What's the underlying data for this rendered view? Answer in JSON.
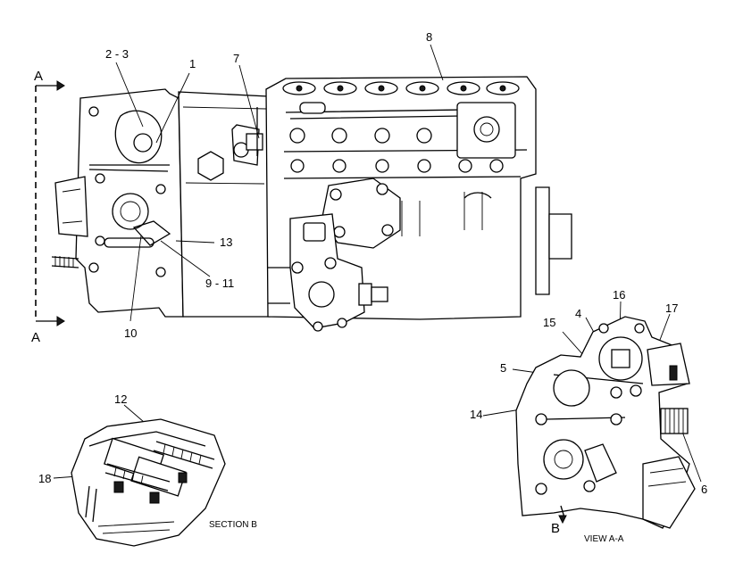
{
  "callouts": {
    "c1": "1",
    "c2_3": "2 - 3",
    "c4": "4",
    "c5": "5",
    "c6": "6",
    "c7": "7",
    "c8": "8",
    "c9_11": "9 - 11",
    "c10": "10",
    "c12": "12",
    "c13": "13",
    "c14": "14",
    "c15": "15",
    "c16": "16",
    "c17": "17",
    "c18": "18"
  },
  "views": {
    "section_a_top": "A",
    "section_a_bottom": "A",
    "section_b_marker": "B"
  },
  "captions": {
    "section_b": "SECTION B",
    "view_aa": "VIEW A-A"
  }
}
